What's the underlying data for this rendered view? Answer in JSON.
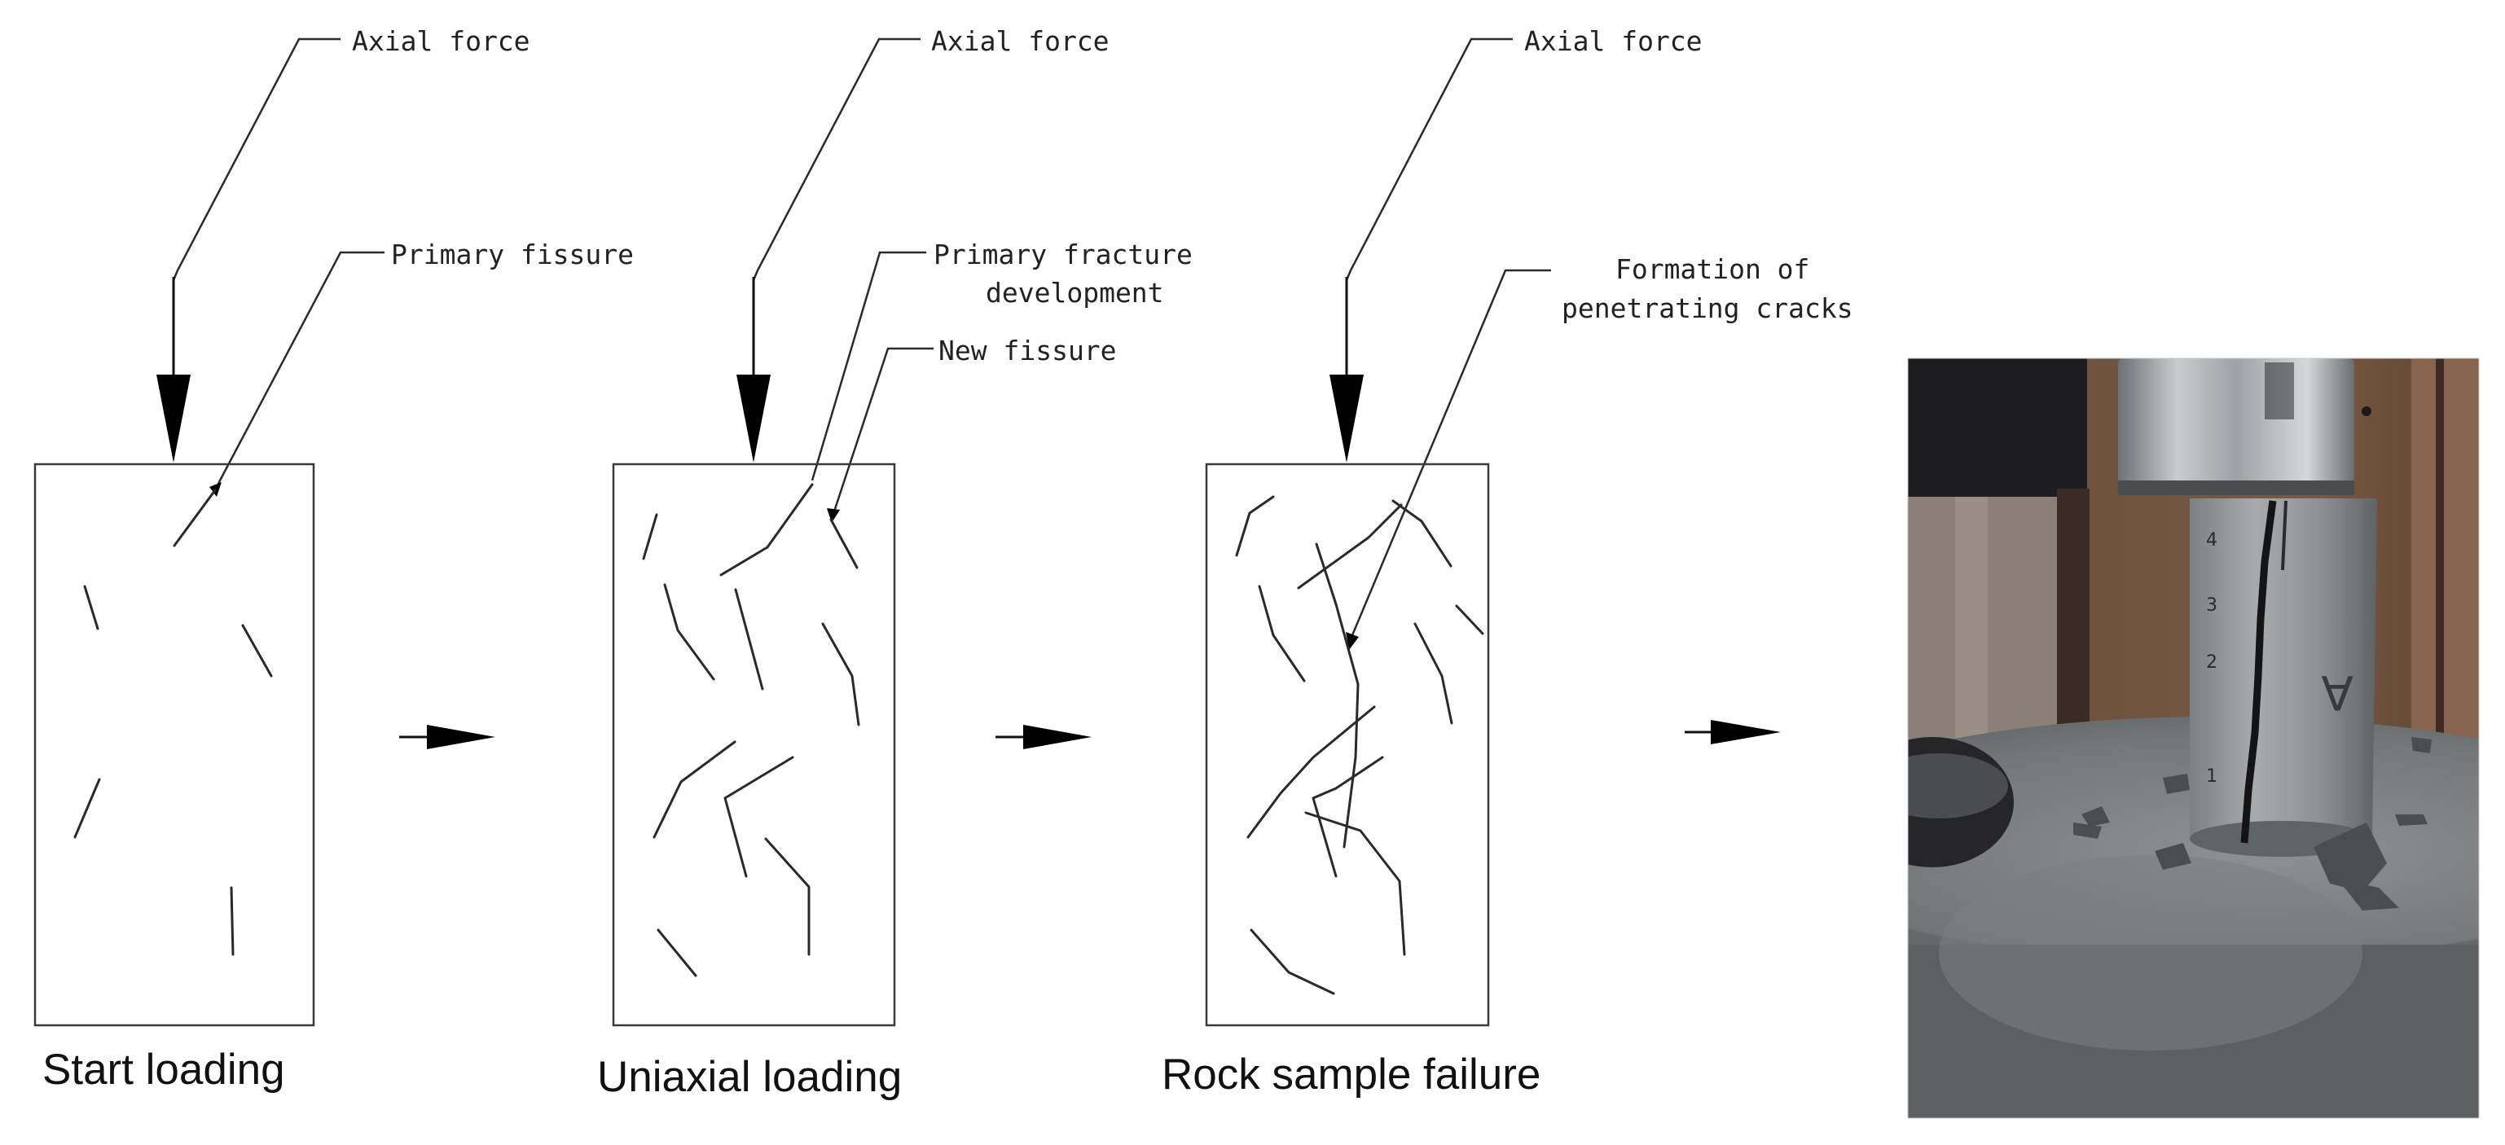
{
  "stages": [
    {
      "caption": "Start loading",
      "force_label": "Axial force",
      "label_1": "Primary fissure"
    },
    {
      "caption": "Uniaxial loading",
      "force_label": "Axial force",
      "label_1": "Primary fracture",
      "label_1b": "development",
      "label_2": "New fissure"
    },
    {
      "caption": "Rock sample failure",
      "force_label": "Axial force",
      "label_1": "Formation of",
      "label_1b": "penetrating  cracks"
    }
  ],
  "photo": {
    "specimen_markings": [
      "A",
      "1",
      "2",
      "3",
      "4"
    ],
    "colors": {
      "metal": "#8f9396",
      "rock": "#6f7477",
      "background_wall": "#6b4a33"
    }
  },
  "colors": {
    "ink": "#111111",
    "line": "#2a2a2a"
  }
}
